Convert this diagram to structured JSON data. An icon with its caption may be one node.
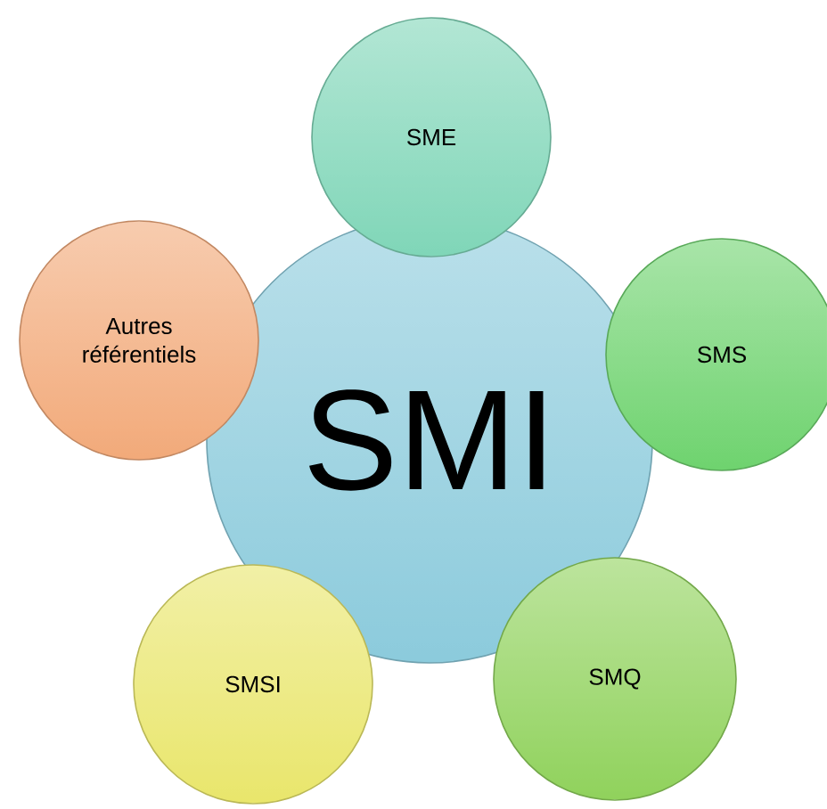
{
  "diagram": {
    "nodes": [
      {
        "text": [
          "SMI"
        ]
      },
      {
        "text": [
          "SME"
        ]
      },
      {
        "text": [
          "SMS"
        ]
      },
      {
        "text": [
          "SMQ"
        ]
      },
      {
        "text": [
          "SMSI"
        ]
      },
      {
        "text": [
          "Autres référentiels"
        ]
      }
    ]
  }
}
